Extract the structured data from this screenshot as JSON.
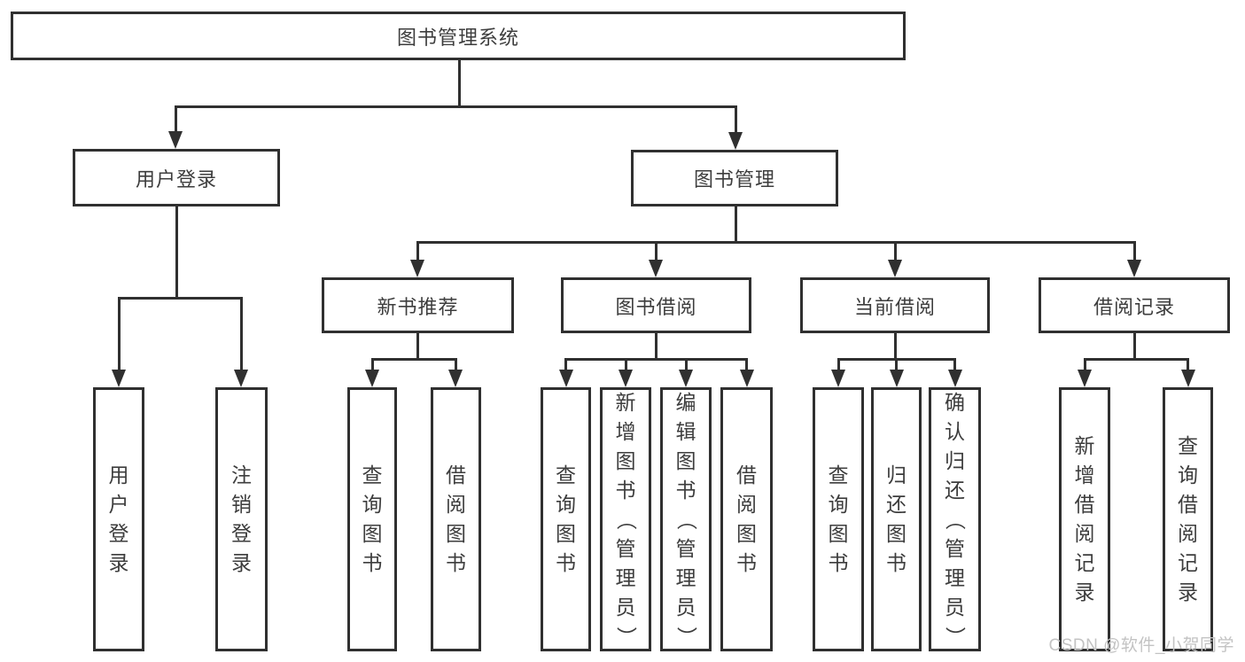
{
  "tree": {
    "label": "图书管理系统",
    "children": [
      {
        "label": "用户登录",
        "children": [
          {
            "label": "用户登录"
          },
          {
            "label": "注销登录"
          }
        ]
      },
      {
        "label": "图书管理",
        "children": [
          {
            "label": "新书推荐",
            "children": [
              {
                "label": "查询图书"
              },
              {
                "label": "借阅图书"
              }
            ]
          },
          {
            "label": "图书借阅",
            "children": [
              {
                "label": "查询图书"
              },
              {
                "label": "新增图书（管理员）"
              },
              {
                "label": "编辑图书（管理员）"
              },
              {
                "label": "借阅图书"
              }
            ]
          },
          {
            "label": "当前借阅",
            "children": [
              {
                "label": "查询图书"
              },
              {
                "label": "归还图书"
              },
              {
                "label": "确认归还（管理员）"
              }
            ]
          },
          {
            "label": "借阅记录",
            "children": [
              {
                "label": "新增借阅记录"
              },
              {
                "label": "查询借阅记录"
              }
            ]
          }
        ]
      }
    ]
  },
  "watermark": "CSDN @软件_小贺同学",
  "colors": {
    "line": "#303030",
    "text": "#3d3d3d",
    "watermark": "#c3c3c3",
    "background": "#ffffff"
  }
}
